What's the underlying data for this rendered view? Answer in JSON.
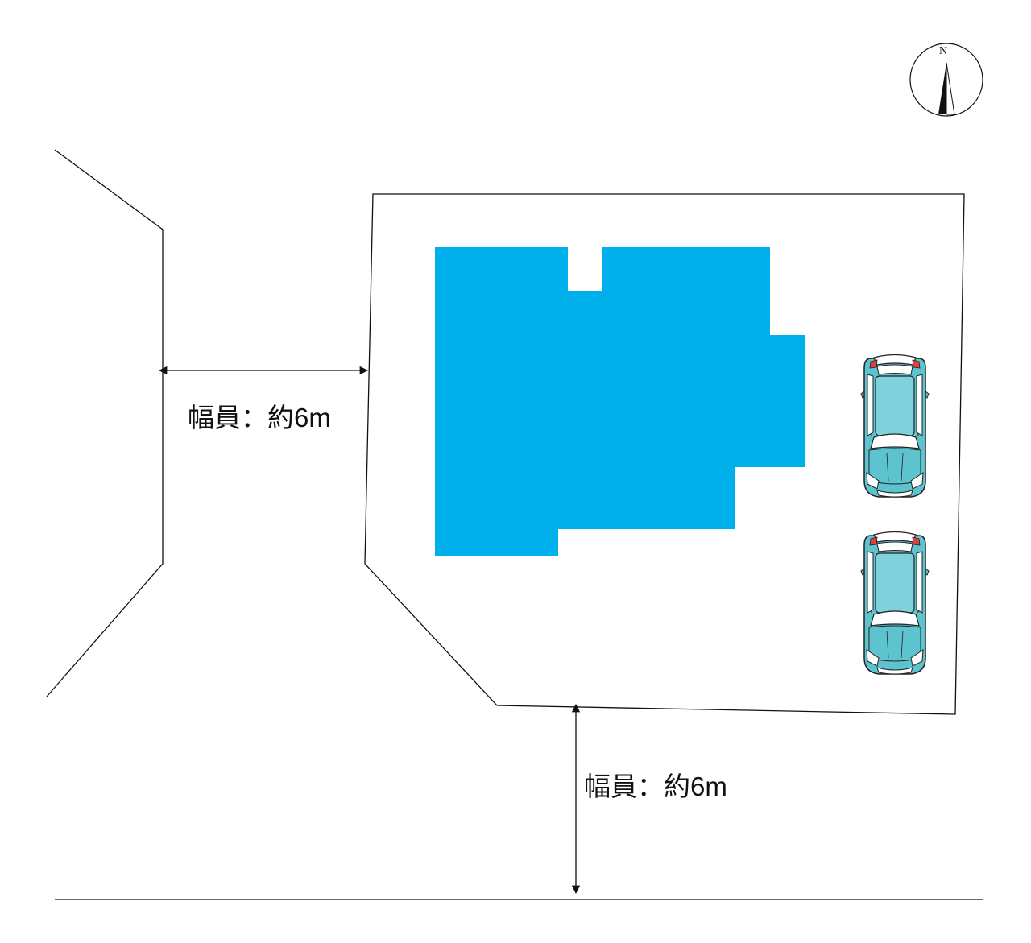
{
  "compass": {
    "north_label": "N",
    "needle_color": "#111111"
  },
  "roads": {
    "west_width_label": "幅員：約6m",
    "south_width_label": "幅員：約6m"
  },
  "building": {
    "fill_color": "#00b0ec"
  },
  "parking": {
    "car_count": 2,
    "car_body_color": "#5cc3cf",
    "car_light_color": "#e04040"
  }
}
